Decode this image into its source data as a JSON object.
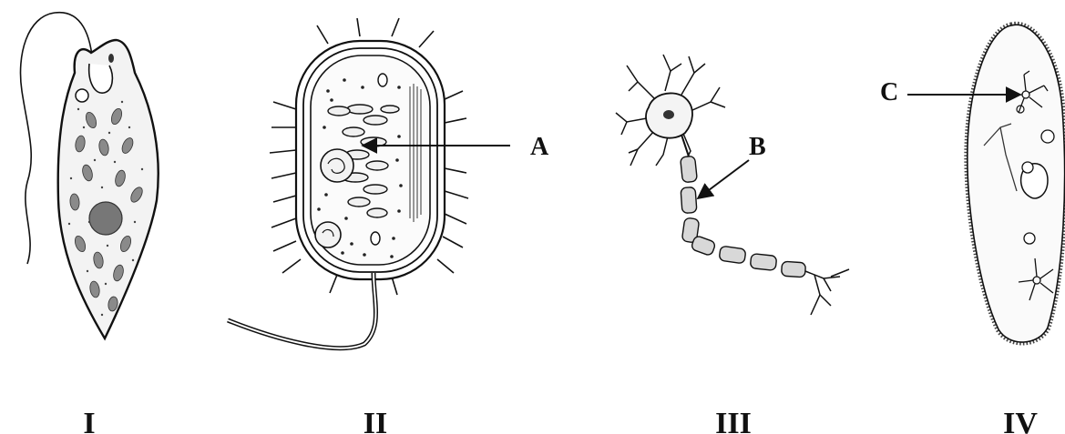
{
  "figures": [
    {
      "id": "I",
      "label": "I"
    },
    {
      "id": "II",
      "label": "II"
    },
    {
      "id": "III",
      "label": "III"
    },
    {
      "id": "IV",
      "label": "IV"
    }
  ],
  "pointers": {
    "A": "A",
    "B": "B",
    "C": "C"
  }
}
